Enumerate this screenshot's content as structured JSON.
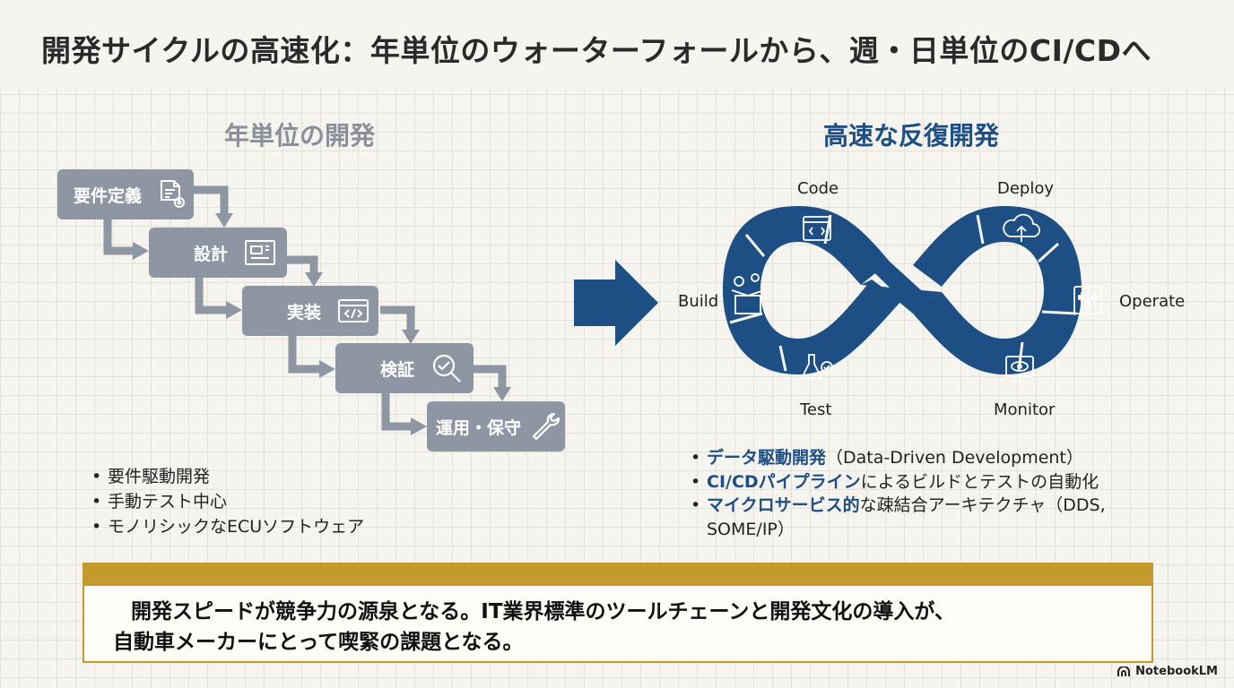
{
  "title": "開発サイクルの高速化：年単位のウォーターフォールから、週・日単位のCI/CDへ",
  "left": {
    "heading": "年単位の開発",
    "steps": [
      {
        "label": "要件定義",
        "icon": "document-gear-icon"
      },
      {
        "label": "設計",
        "icon": "blueprint-icon"
      },
      {
        "label": "実装",
        "icon": "code-window-icon"
      },
      {
        "label": "検証",
        "icon": "magnifier-check-icon"
      },
      {
        "label": "運用・保守",
        "icon": "wrench-icon"
      }
    ],
    "bullets": [
      "要件駆動開発",
      "手動テスト中心",
      "モノリシックなECUソフトウェア"
    ]
  },
  "right": {
    "heading": "高速な反復開発",
    "loop_labels": {
      "code": "Code",
      "deploy": "Deploy",
      "build": "Build",
      "operate": "Operate",
      "test": "Test",
      "monitor": "Monitor"
    },
    "bullets": [
      {
        "highlight": "データ駆動開発",
        "rest": "（Data-Driven Development）"
      },
      {
        "highlight": "CI/CDパイプライン",
        "rest": "によるビルドとテストの自動化"
      },
      {
        "highlight": "マイクロサービス的",
        "rest": "な疎結合アーキテクチャ（DDS,",
        "rest2": "SOME/IP）"
      }
    ]
  },
  "summary": {
    "line1": "開発スピードが競争力の源泉となる。IT業界標準のツールチェーンと開発文化の導入が、",
    "line2": "自動車メーカーにとって喫緊の課題となる。"
  },
  "brand": "NotebookLM",
  "colors": {
    "accent_blue": "#1d4f85",
    "step_gray": "#8f96a3",
    "gold": "#c49a2c"
  }
}
